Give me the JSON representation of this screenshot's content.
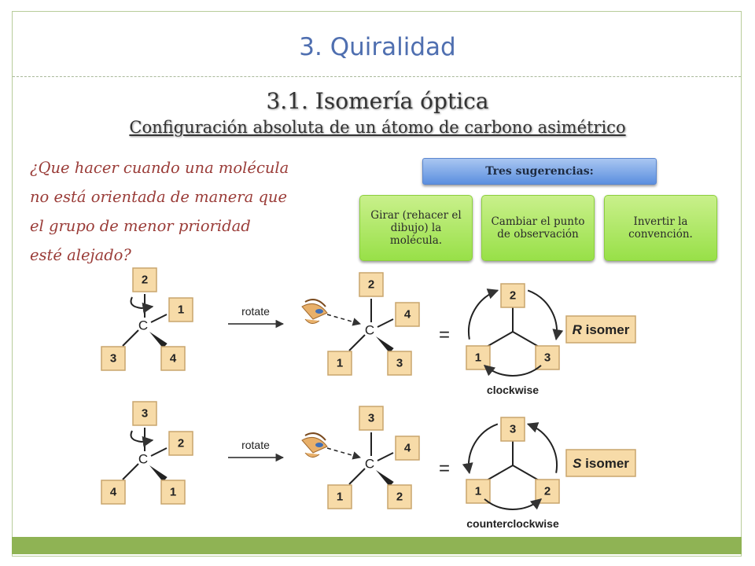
{
  "slide": {
    "title": "3. Quiralidad",
    "subtitle": "3.1. Isomería óptica",
    "subtitle2": "Configuración absoluta de un átomo de carbono asimétrico",
    "question_lines": [
      "¿Que hacer cuando una molécula",
      "no está orientada de manera que",
      "el grupo de menor prioridad",
      "esté alejado?"
    ]
  },
  "suggestions": {
    "header": "Tres sugerencias:",
    "items": [
      "Girar (rehacer el dibujo) la molécula.",
      "Cambiar el punto de observación",
      "Invertir la convención."
    ]
  },
  "diagram": {
    "center_label": "C",
    "rotate_label": "rotate",
    "equals": "=",
    "rows": [
      {
        "left": {
          "top": "2",
          "right": "1",
          "bl": "3",
          "br": "4"
        },
        "mid": {
          "top": "2",
          "right": "4",
          "bl": "1",
          "br": "3"
        },
        "cycle": {
          "top": "2",
          "left": "1",
          "right": "3"
        },
        "direction": "clockwise",
        "isomer_letter": "R",
        "isomer_word": "isomer"
      },
      {
        "left": {
          "top": "3",
          "right": "2",
          "bl": "4",
          "br": "1"
        },
        "mid": {
          "top": "3",
          "right": "4",
          "bl": "1",
          "br": "2"
        },
        "cycle": {
          "top": "3",
          "left": "1",
          "right": "2"
        },
        "direction": "counterclockwise",
        "isomer_letter": "S",
        "isomer_word": "isomer"
      }
    ]
  },
  "colors": {
    "title": "#4f6fb0",
    "question": "#9a3c38",
    "footer": "#8fb354",
    "box_fill": "#f7dba8",
    "box_stroke": "#c9a56d"
  }
}
